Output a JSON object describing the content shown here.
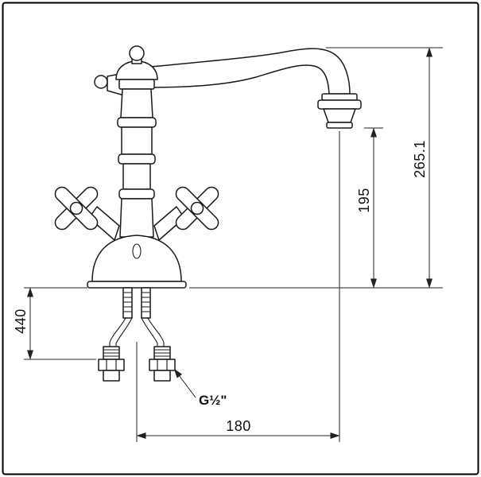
{
  "dimensions": {
    "total_height": "265.1",
    "spout_outlet_height": "195",
    "supply_hose_length": "440",
    "spout_reach": "180",
    "connection_thread": "G½\""
  }
}
